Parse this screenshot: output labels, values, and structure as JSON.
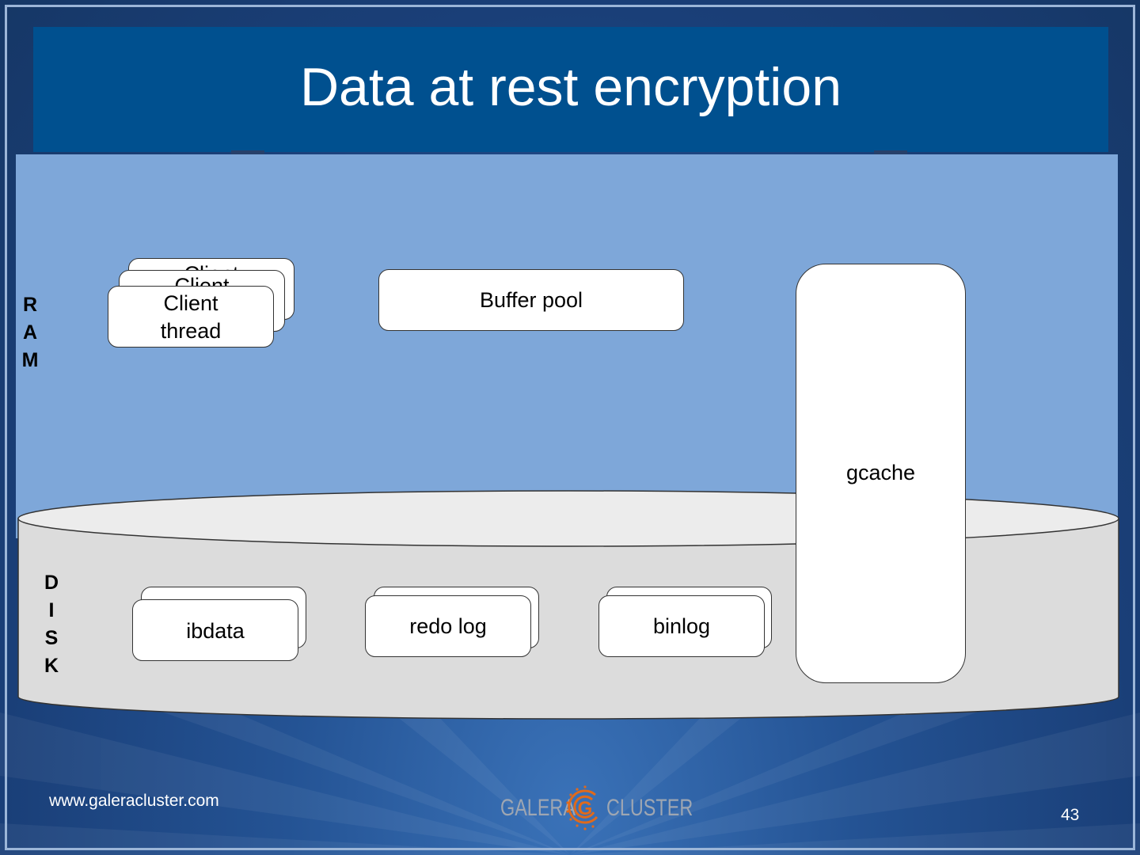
{
  "slide": {
    "title": "Data at rest encryption",
    "footer_url": "www.galeracluster.com",
    "page_number": "43"
  },
  "logo": {
    "left_text": "GALERA",
    "right_text": "CLUSTER",
    "mark": "G"
  },
  "ram": {
    "label_letters": [
      "R",
      "A",
      "M"
    ],
    "client_back2_label": "Client",
    "client_back1_label": "Client",
    "client_front_label_line1": "Client",
    "client_front_label_line2": "thread",
    "buffer_pool_label": "Buffer pool"
  },
  "disk": {
    "label_letters": [
      "D",
      "I",
      "S",
      "K"
    ],
    "ibdata_label": "ibdata",
    "redo_log_label": "redo log",
    "binlog_label": "binlog"
  },
  "gcache": {
    "label": "gcache"
  },
  "colors": {
    "title_bar": "#00508f",
    "ram_area": "#7ea7d9",
    "disk_body": "#dcdcdc",
    "disk_top": "#ececec",
    "logo_accent": "#e06a1b"
  }
}
